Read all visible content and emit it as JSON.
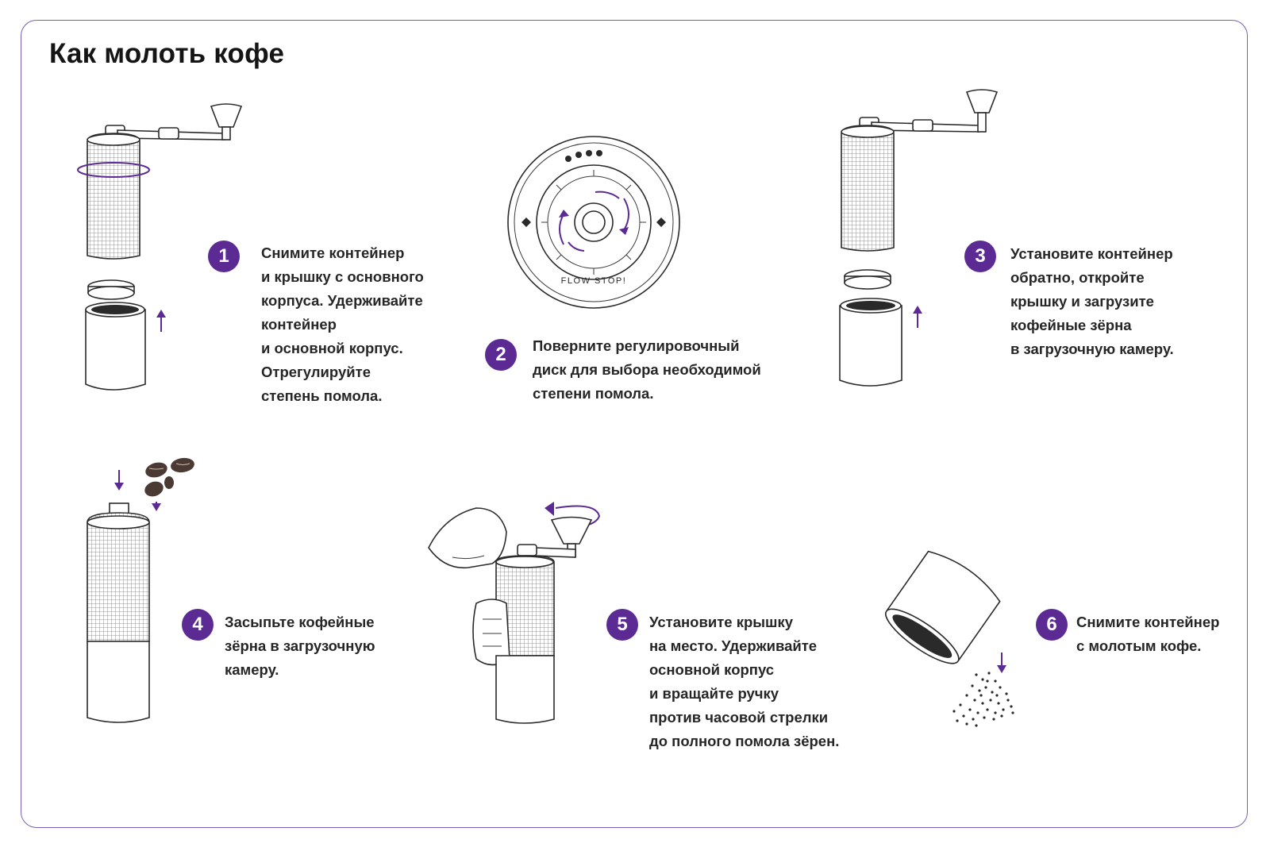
{
  "title": "Как молоть кофе",
  "colors": {
    "accent": "#5b2a93",
    "frame": "#7a5fb0",
    "ink": "#2a2a2a",
    "bean": "#4a3a33"
  },
  "dial_label": "FLOW STOP!",
  "steps": [
    {
      "number": "1",
      "text": "Снимите контейнер\nи крышку с основного\nкорпуса. Удерживайте\nконтейнер\nи основной корпус.\nОтрегулируйте\nстепень помола."
    },
    {
      "number": "2",
      "text": "Поверните регулировочный\nдиск для выбора необходимой\nстепени помола."
    },
    {
      "number": "3",
      "text": "Установите контейнер\nобратно, откройте\nкрышку и загрузите\nкофейные зёрна\nв загрузочную камеру."
    },
    {
      "number": "4",
      "text": "Засыпьте кофейные\nзёрна в загрузочную\nкамеру."
    },
    {
      "number": "5",
      "text": "Установите крышку\nна место. Удерживайте\nосновной корпус\nи вращайте ручку\nпротив часовой стрелки\nдо полного помола зёрен."
    },
    {
      "number": "6",
      "text": "Снимите контейнер\nс молотым кофе."
    }
  ]
}
